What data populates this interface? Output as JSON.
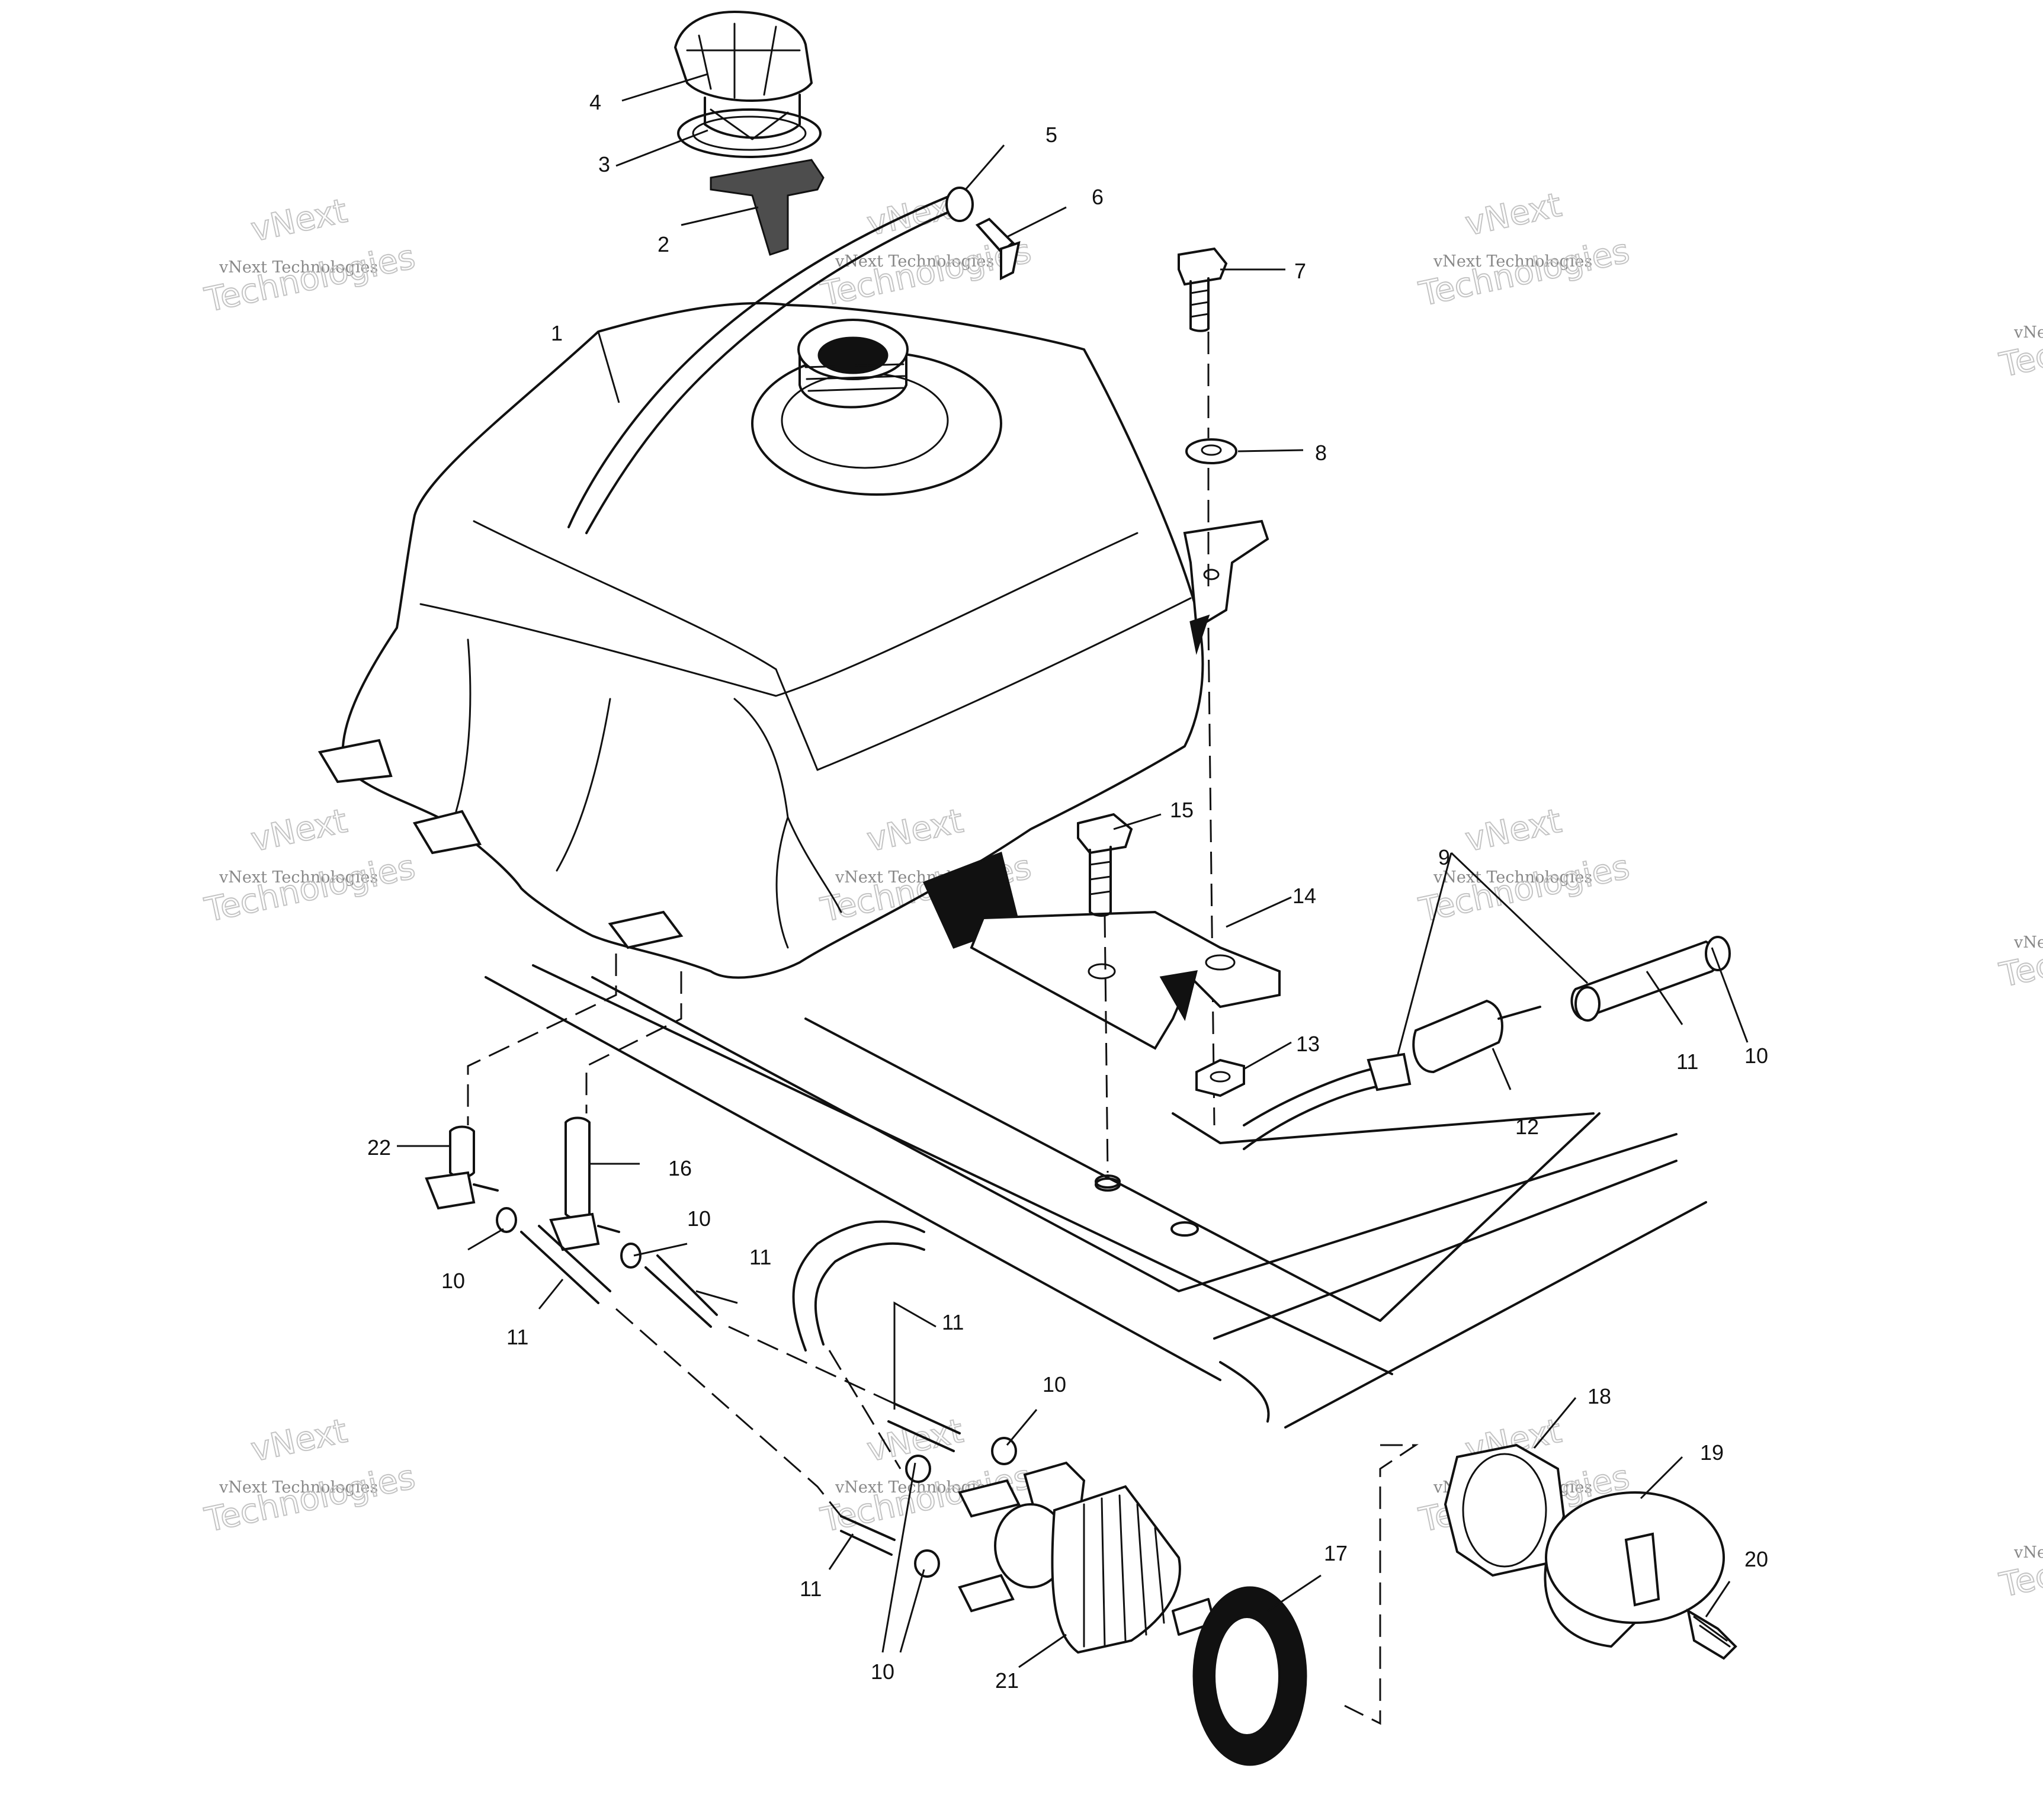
{
  "callouts": [
    {
      "id": "1",
      "label": "1"
    },
    {
      "id": "2",
      "label": "2"
    },
    {
      "id": "3",
      "label": "3"
    },
    {
      "id": "4",
      "label": "4"
    },
    {
      "id": "5",
      "label": "5"
    },
    {
      "id": "6",
      "label": "6"
    },
    {
      "id": "7",
      "label": "7"
    },
    {
      "id": "8",
      "label": "8"
    },
    {
      "id": "9",
      "label": "9"
    },
    {
      "id": "10",
      "label": "10"
    },
    {
      "id": "11",
      "label": "11"
    },
    {
      "id": "12",
      "label": "12"
    },
    {
      "id": "13",
      "label": "13"
    },
    {
      "id": "14",
      "label": "14"
    },
    {
      "id": "15",
      "label": "15"
    },
    {
      "id": "16",
      "label": "16"
    },
    {
      "id": "17",
      "label": "17"
    },
    {
      "id": "18",
      "label": "18"
    },
    {
      "id": "19",
      "label": "19"
    },
    {
      "id": "20",
      "label": "20"
    },
    {
      "id": "21",
      "label": "21"
    },
    {
      "id": "22",
      "label": "22"
    }
  ],
  "watermark": {
    "top_word": "vNext",
    "small_line": "vNext Technologies",
    "big_word": "Technologies"
  }
}
